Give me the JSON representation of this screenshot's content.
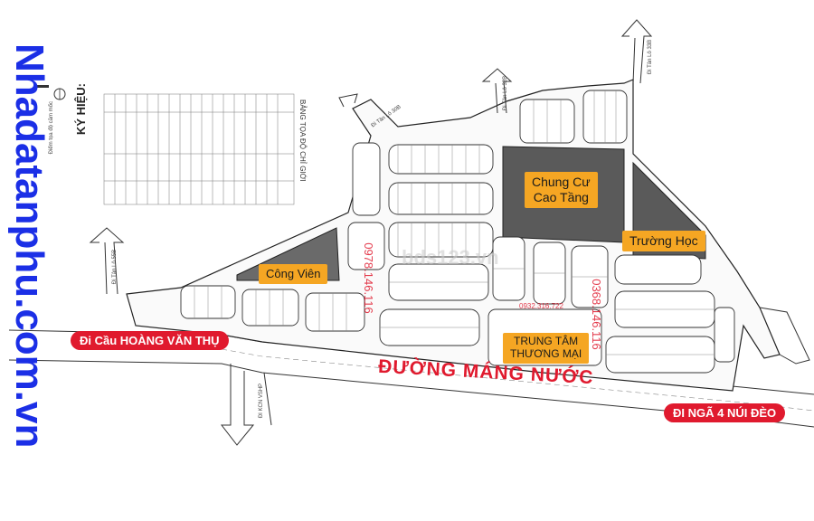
{
  "watermark": "Nhadatanphu.com.vn",
  "legend": {
    "title": "KÝ HIỆU:",
    "item": "Điểm tọa độ cắm mốc"
  },
  "table": {
    "title": "BẢNG TỌA ĐỘ CHỈ GIỚI"
  },
  "zones": {
    "apartments": "Chung Cư\nCao Tầng",
    "school": "Trường Học",
    "park": "Công Viên",
    "commercial": "TRUNG TÂM\nTHƯƠNG MẠI"
  },
  "banners": {
    "left": "Đi Cầu HOÀNG VĂN THỤ",
    "right": "ĐI NGÃ 4 NÚI ĐÈO"
  },
  "main_road": "ĐƯỜNG MÁNG NƯỚC",
  "phones": [
    "0978.146.116",
    "0368.146.116",
    "0932.316.722"
  ],
  "site_watermark": "bds123.vn",
  "road_labels": [
    "Đi Tân Lô 55B",
    "Đi Tân Lô 32B",
    "Đi Tân Lô 33B",
    "Đi Tân Lô 30B",
    "ĐI KCN VSHP"
  ],
  "colors": {
    "banner": "#e01a2e",
    "label": "#f5a623",
    "watermark": "#1b2fe6",
    "block_fill": "#555555"
  }
}
